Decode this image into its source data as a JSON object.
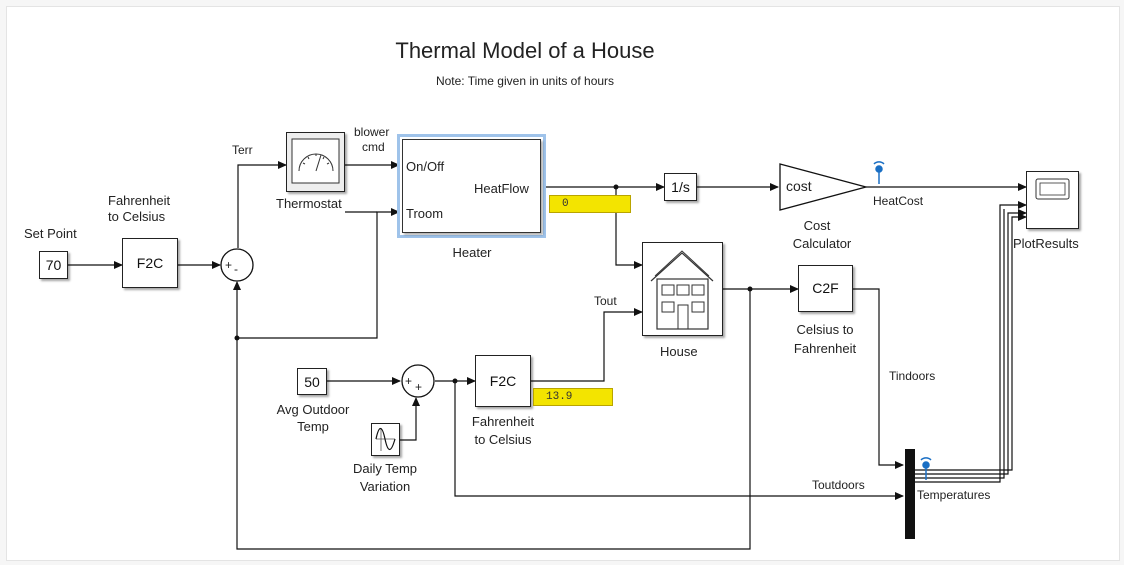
{
  "title": "Thermal Model of a House",
  "note": "Note: Time given in units of hours",
  "blocks": {
    "set_point": {
      "value": "70",
      "label": "Set Point"
    },
    "f2c_top": {
      "text": "F2C",
      "label_line1": "Fahrenheit",
      "label_line2": "to Celsius"
    },
    "sum_top": {
      "text": "+",
      "minus": "-"
    },
    "thermostat": {
      "label": "Thermostat"
    },
    "heater": {
      "in1": "On/Off",
      "in2": "Troom",
      "out": "HeatFlow",
      "label": "Heater"
    },
    "heatflow_display": {
      "value": "0"
    },
    "integrator": {
      "text": "1/s"
    },
    "cost": {
      "text": "cost",
      "label_line1": "Cost",
      "label_line2": "Calculator"
    },
    "house": {
      "label": "House"
    },
    "c2f": {
      "text": "C2F",
      "label_line1": "Celsius to",
      "label_line2": "Fahrenheit"
    },
    "plot": {
      "label": "PlotResults"
    },
    "avg_outdoor": {
      "value": "50",
      "label_line1": "Avg Outdoor",
      "label_line2": "Temp"
    },
    "sum_bottom": {
      "text": "+",
      "plus2": "+"
    },
    "daily_temp": {
      "label_line1": "Daily Temp",
      "label_line2": "Variation"
    },
    "f2c_bottom": {
      "text": "F2C",
      "label_line1": "Fahrenheit",
      "label_line2": "to Celsius"
    },
    "tout_display": {
      "value": "13.9"
    },
    "temperatures_mux": {
      "label": "Temperatures"
    }
  },
  "signals": {
    "terr": "Terr",
    "blower_line1": "blower",
    "blower_line2": "cmd",
    "tout": "Tout",
    "heatcost": "HeatCost",
    "tindoors": "Tindoors",
    "toutdoors": "Toutdoors"
  },
  "colors": {
    "display_fill": "#f3e400",
    "heater_highlight": "#9fc3ea",
    "logged_signal": "#1a6fc4"
  }
}
